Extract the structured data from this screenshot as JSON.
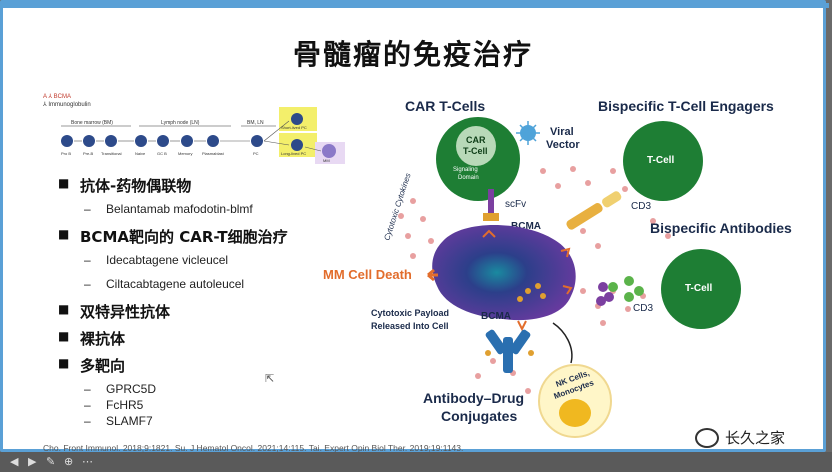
{
  "slide": {
    "title": "骨髓瘤的免疫治疗",
    "legend": {
      "line1": "BCMA",
      "line2": "Immunoglobulin"
    },
    "bullets": [
      {
        "label": "抗体-药物偶联物",
        "subs": [
          "Belantamab mafodotin-blmf"
        ]
      },
      {
        "label": "BCMA靶向的 CAR-T细胞治疗",
        "subs": [
          "Idecabtagene vicleucel",
          "Ciltacabtagene autoleucel"
        ]
      },
      {
        "label": "双特异性抗体",
        "subs": []
      },
      {
        "label": "裸抗体",
        "subs": []
      },
      {
        "label": "多靶向",
        "subs": [
          "GPRC5D",
          "FcHR5",
          "SLAMF7"
        ]
      }
    ],
    "citation": "Cho. Front Immunol. 2018;9:1821. Su. J Hematol Oncol. 2021;14:115. Tai. Expert Opin Biol Ther. 2019;19:1143.",
    "watermark": "长久之家"
  },
  "lineage": {
    "stages": [
      "Bone marrow (BM)",
      "Lymph node (LN)",
      "BM, LN"
    ],
    "cells": [
      "Pro B",
      "Pre-B",
      "Transitional",
      "Naive",
      "GC B",
      "Memory",
      "Plasmablast",
      "PC",
      "Short-lived PC",
      "Long-lived PC",
      "MM"
    ]
  },
  "diagram": {
    "car_title": "CAR T-Cells",
    "car_label1": "CAR",
    "car_label2": "T-Cell",
    "signaling1": "Signaling",
    "signaling2": "Domain",
    "viral1": "Viral",
    "viral2": "Vector",
    "scfv": "scFv",
    "bcma_top": "BCMA",
    "bite_title": "Bispecific T-Cell Engagers",
    "tcell": "T-Cell",
    "cd3_top": "CD3",
    "bsab_title": "Bispecific Antibodies",
    "cd3_mid": "CD3",
    "cytokines": "Cytotoxic Cytokines",
    "mm_death": "MM Cell Death",
    "payload1": "Cytotoxic Payload",
    "payload2": "Released Into Cell",
    "bcma_bottom": "BCMA",
    "adc1": "Antibody–Drug",
    "adc2": "Conjugates",
    "nk1": "NK Cells,",
    "nk2": "Monocytes"
  },
  "colors": {
    "green": "#2f8a3a",
    "orange": "#e26d2c",
    "mm_purple": "#5b3a9a",
    "accent_blue": "#5aa0d6"
  }
}
